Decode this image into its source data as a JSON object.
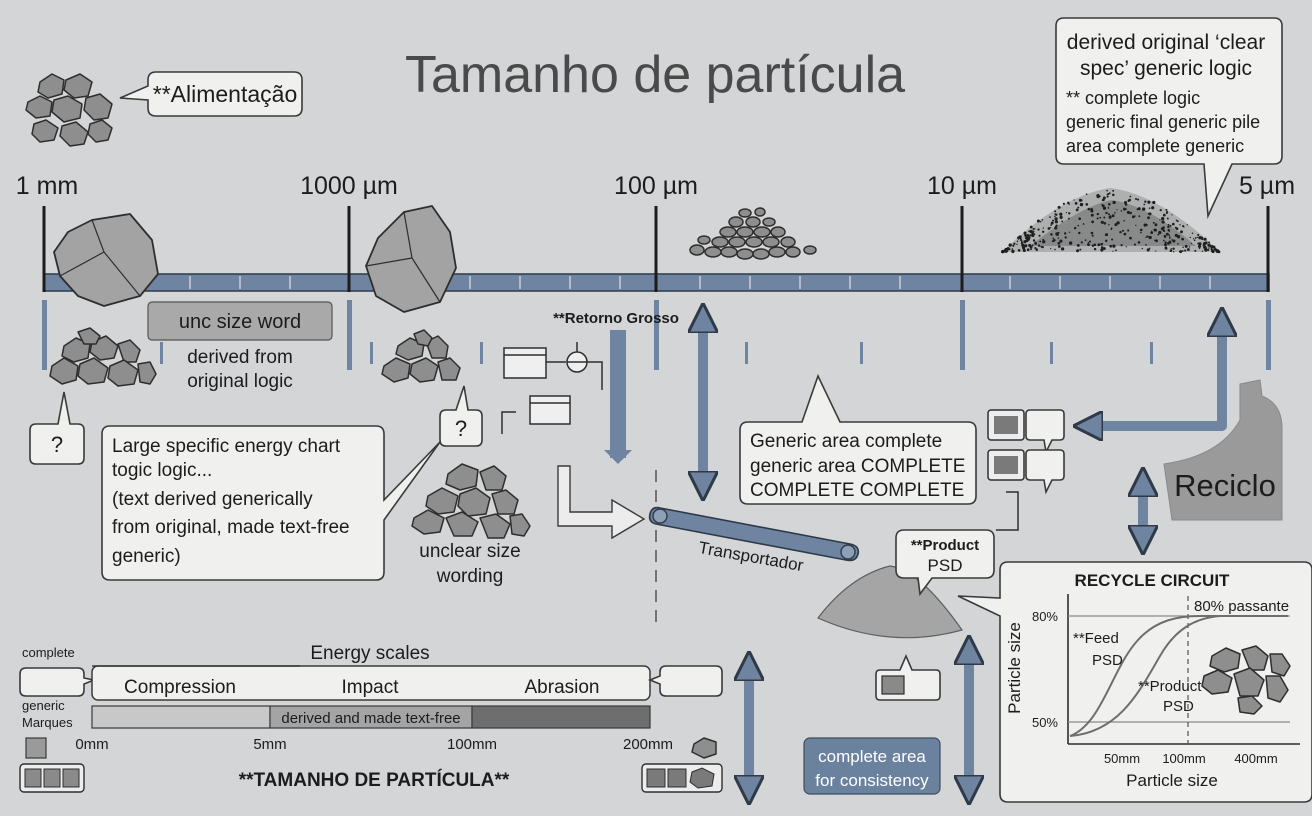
{
  "title": "Tamanho de partícula",
  "colors": {
    "background": "#d3d5d6",
    "scale_bar": "#6e84a0",
    "arrow": "#6e84a0",
    "bubble": "#f0f0ee",
    "dark_box": "#6b829e"
  },
  "feed_label": "**Alimentação",
  "top_right_note": {
    "line1": "derived original ‘clear",
    "line2": "spec’ generic logic",
    "line3": "** complete logic",
    "line4": "generic final generic pile",
    "line5": "area complete generic"
  },
  "scale_ticks": [
    "1 mm",
    "1000 µm",
    "100 µm",
    "10 µm",
    "5 µm"
  ],
  "size_word_box": "unc size word",
  "derived_note": {
    "line1": "derived from",
    "line2": "original logic"
  },
  "question_mark": "?",
  "retorno_label": "**Retorno Grosso",
  "energy_note": {
    "line1": "Large specific energy chart",
    "line2": "togic logic...",
    "line3": "(text derived generically",
    "line4": "from original, made text-free",
    "line5": "generic)"
  },
  "unclear_note": {
    "line1": "unclear size",
    "line2": "wording"
  },
  "generic_area_note": {
    "line1": "Generic area complete",
    "line2": "generic area COMPLETE",
    "line3": "COMPLETE COMPLETE"
  },
  "conveyor_label": "Transportador",
  "product_label": {
    "line1": "**Product",
    "line2": "PSD"
  },
  "recycle_label": "Reciclo",
  "recycle_chart": {
    "title": "RECYCLE CIRCUIT",
    "y_label": "Particle size",
    "x_label": "Particle size",
    "y_ticks": [
      "80%",
      "50%"
    ],
    "x_ticks": [
      "50mm",
      "100mm",
      "400mm"
    ],
    "passante": "80% passante",
    "feed": {
      "line1": "**Feed",
      "line2": "PSD"
    },
    "product": {
      "line1": "**Product",
      "line2": "PSD"
    }
  },
  "energy_scales": {
    "heading": "Energy scales",
    "complete": "complete",
    "generic_marques": {
      "line1": "generic",
      "line2": "Marques"
    },
    "segments": [
      "Compression",
      "Impact",
      "Abrasion"
    ],
    "bar_text": "derived and made text-free",
    "axis": [
      "0mm",
      "5mm",
      "100mm",
      "200mm"
    ]
  },
  "bottom_title": "**TAMANHO DE PARTÍCULA**",
  "complete_area": {
    "line1": "complete area",
    "line2": "for consistency"
  }
}
